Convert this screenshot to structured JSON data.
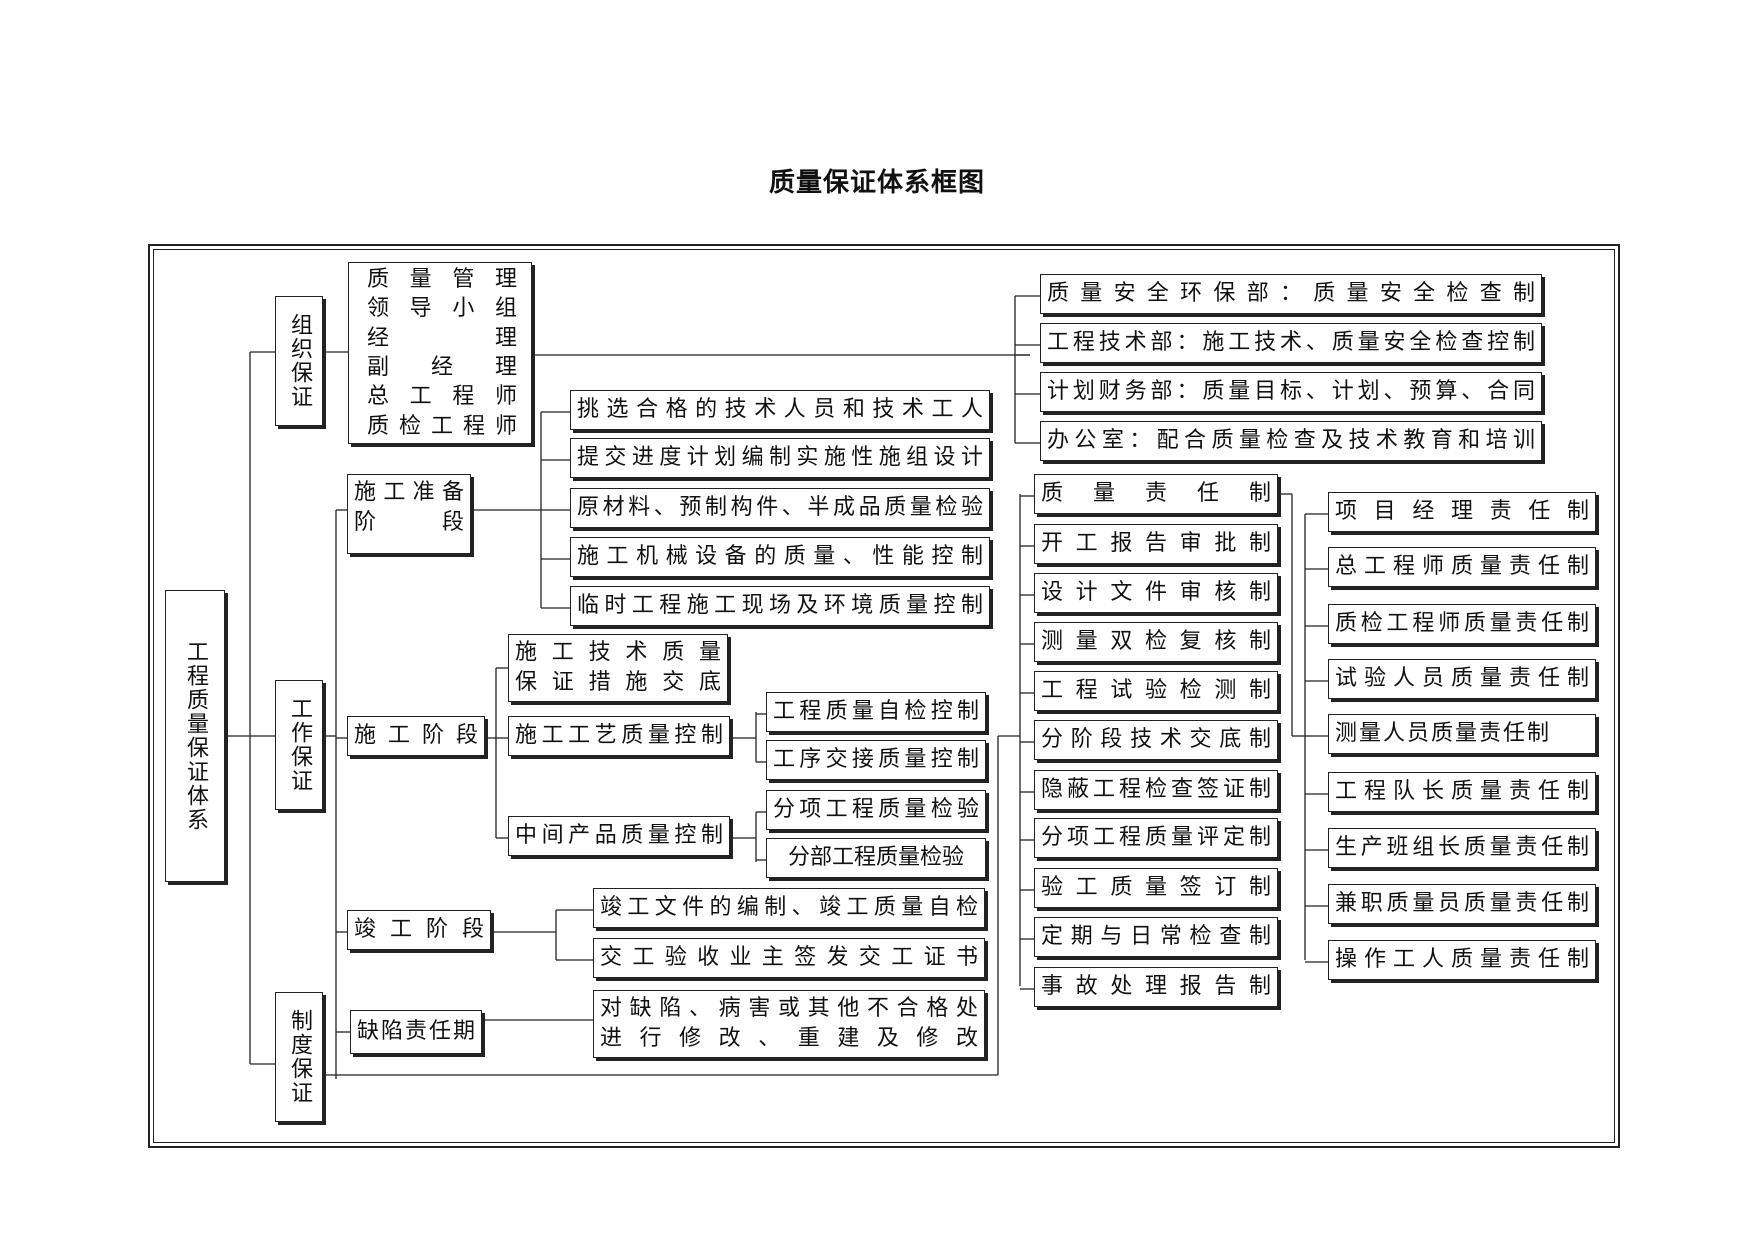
{
  "title": "质量保证体系框图",
  "root": "工程质量保证体系",
  "branches": {
    "org": "组织保证",
    "work": "工作保证",
    "system": "制度保证"
  },
  "org_leaders": [
    "质量管理",
    "领导小组",
    "经理",
    "副经理",
    "总工程师",
    "质检工程师"
  ],
  "departments": [
    "质量安全环保部：质量安全检查制",
    "工程技术部：施工技术、质量安全检查控制",
    "计划财务部：质量目标、计划、预算、合同",
    "办公室：配合质量检查及技术教育和培训"
  ],
  "stages": {
    "prep": {
      "label": [
        "施工准备",
        "阶段"
      ],
      "items": [
        "挑选合格的技术人员和技术工人",
        "提交进度计划编制实施性施组设计",
        "原材料、预制构件、半成品质量检验",
        "施工机械设备的质量、性能控制",
        "临时工程施工现场及环境质量控制"
      ]
    },
    "construction": {
      "label": "施工阶段",
      "subs": {
        "tech": [
          "施工技术质量",
          "保证措施交底"
        ],
        "process": {
          "label": "施工工艺质量控制",
          "items": [
            "工程质量自检控制",
            "工序交接质量控制"
          ]
        },
        "intermediate": {
          "label": "中间产品质量控制",
          "items": [
            "分项工程质量检验",
            "分部工程质量检验"
          ]
        }
      }
    },
    "completion": {
      "label": "竣工阶段",
      "items": [
        "竣工文件的编制、竣工质量自检",
        "交工验收业主签发交工证书"
      ]
    },
    "defect": {
      "label": "缺陷责任期",
      "item": [
        "对缺陷、病害或其他不合格处",
        "进行修改、重建及修改"
      ]
    }
  },
  "systems": [
    "质量责任制",
    "开工报告审批制",
    "设计文件审核制",
    "测量双检复核制",
    "工程试验检测制",
    "分阶段技术交底制",
    "隐蔽工程检查签证制",
    "分项工程质量评定制",
    "验工质量签订制",
    "定期与日常检查制",
    "事故处理报告制"
  ],
  "responsibilities": [
    "项目经理责任制",
    "总工程师质量责任制",
    "质检工程师质量责任制",
    "试验人员质量责任制",
    "测量人员质量责任制",
    "工程队长质量责任制",
    "生产班组长质量责任制",
    "兼职质量员质量责任制",
    "操作工人质量责任制"
  ]
}
